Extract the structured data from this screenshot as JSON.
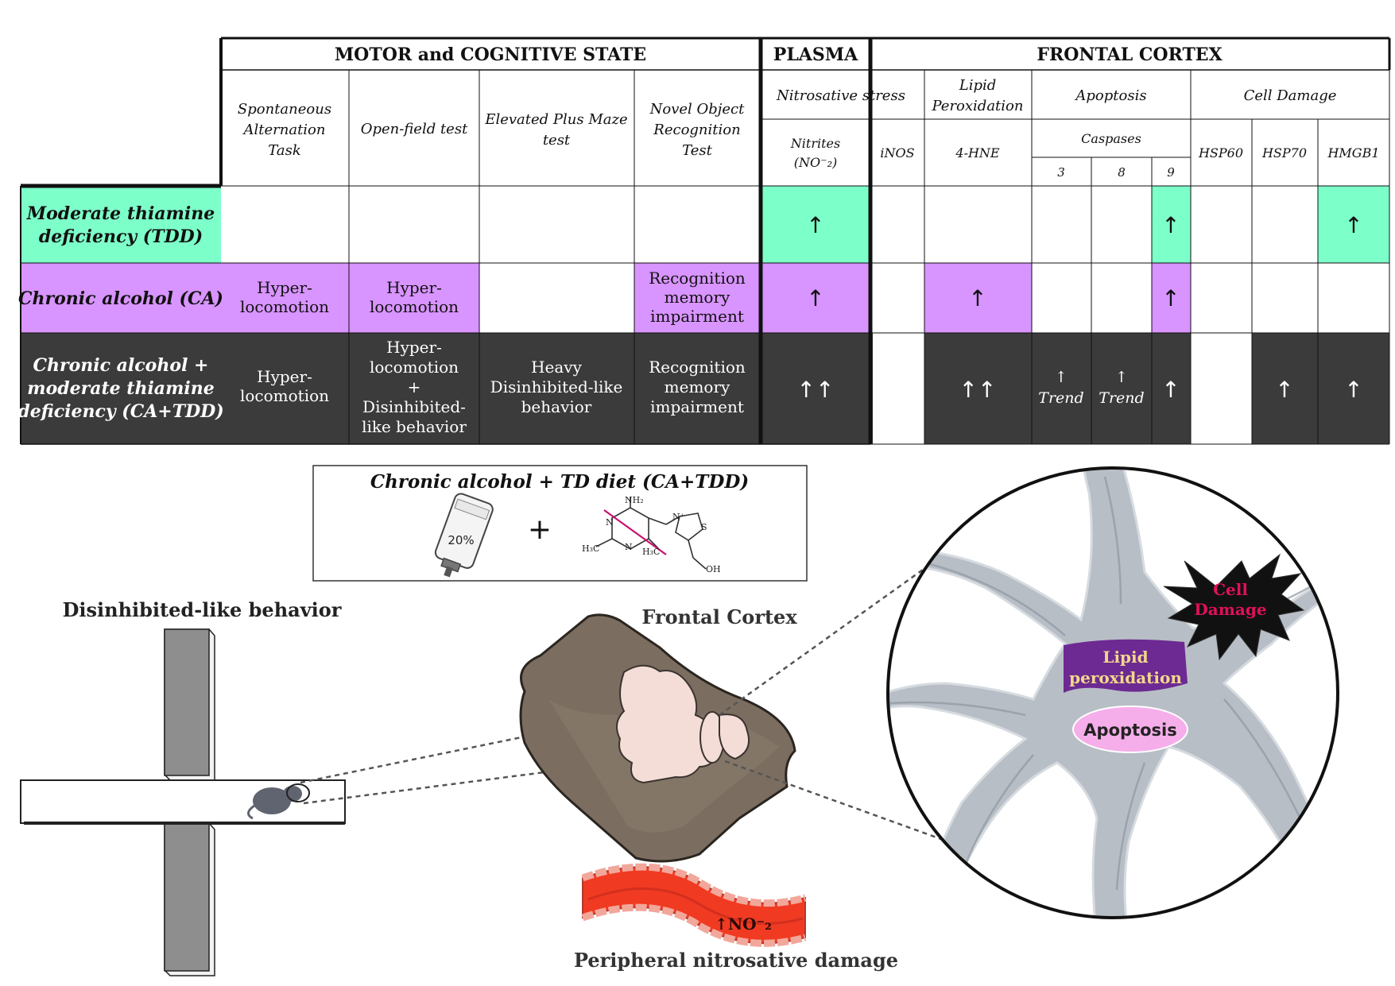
{
  "table": {
    "groups": {
      "motor": "MOTOR and COGNITIVE STATE",
      "plasma": "PLASMA",
      "cortex": "FRONTAL CORTEX"
    },
    "subheaders": {
      "sat": [
        "Spontaneous",
        "Alternation",
        "Task"
      ],
      "oft": [
        "Open-field test"
      ],
      "epm": [
        "Elevated Plus Maze",
        "test"
      ],
      "nor": [
        "Novel Object",
        "Recognition",
        "Test"
      ],
      "nitro": [
        "Nitrosative stress"
      ],
      "lipid": [
        "Lipid",
        "Peroxidation"
      ],
      "apoptosis": [
        "Apoptosis"
      ],
      "celldamage": [
        "Cell Damage"
      ],
      "nitrites": [
        "Nitrites",
        "(NO⁻₂)"
      ],
      "inos": "iNOS",
      "hne": "4-HNE",
      "caspases": "Caspases",
      "casp3": "3",
      "casp8": "8",
      "casp9": "9",
      "hsp60": "HSP60",
      "hsp70": "HSP70",
      "hmgb1": "HMGB1"
    },
    "rows": {
      "tdd": {
        "label": [
          "Moderate thiamine",
          "deficiency (TDD)"
        ],
        "nitrites": "↑",
        "casp9": "↑",
        "hmgb1": "↑"
      },
      "ca": {
        "label": [
          "Chronic alcohol (CA)"
        ],
        "sat": [
          "Hyper-",
          "locomotion"
        ],
        "oft": [
          "Hyper-",
          "locomotion"
        ],
        "nor": [
          "Recognition",
          "memory",
          "impairment"
        ],
        "nitrites": "↑",
        "hne": "↑",
        "casp9": "↑"
      },
      "catdd": {
        "label": [
          "Chronic alcohol +",
          "moderate thiamine",
          "deficiency (CA+TDD)"
        ],
        "sat": [
          "Hyper-",
          "locomotion"
        ],
        "oft": [
          "Hyper-",
          "locomotion",
          "+",
          "Disinhibited-",
          "like behavior"
        ],
        "epm": [
          "Heavy",
          "Disinhibited-like",
          "behavior"
        ],
        "nor": [
          "Recognition",
          "memory",
          "impairment"
        ],
        "nitrites": "↑↑",
        "hne": "↑↑",
        "casp3": [
          "↑",
          "Trend"
        ],
        "casp8": [
          "↑",
          "Trend"
        ],
        "casp9": "↑",
        "hsp70": "↑",
        "hmgb1": "↑"
      }
    }
  },
  "diet_box": {
    "title": "Chronic alcohol + TD diet (CA+TDD)",
    "bottle_label": "20%",
    "plus": "+",
    "molecule": {
      "nh2": "NH₂",
      "n1": "N",
      "n2": "N",
      "n3": "N⁺",
      "s": "S",
      "h3c1": "H₃C",
      "h3c2": "H₃C",
      "oh": "OH"
    }
  },
  "labels": {
    "disinhibited": "Disinhibited-like behavior",
    "frontal_cortex": "Frontal Cortex",
    "peripheral": "Peripheral nitrosative damage",
    "vessel": "↑NO⁻₂",
    "cell_damage": [
      "Cell",
      "Damage"
    ],
    "lipid": [
      "Lipid",
      "peroxidation"
    ],
    "apoptosis": "Apoptosis"
  },
  "colors": {
    "tdd": "#7DFFC9",
    "ca": "#D894FF",
    "catdd": "#3B3B3B",
    "vessel": "#F03A22",
    "lipid_badge": "#6C2A92",
    "lipid_text": "#F3D88A",
    "apoptosis_badge": "#F6AEEA",
    "cell_damage_text": "#E0105A",
    "neuron": "#B8BEC6"
  }
}
